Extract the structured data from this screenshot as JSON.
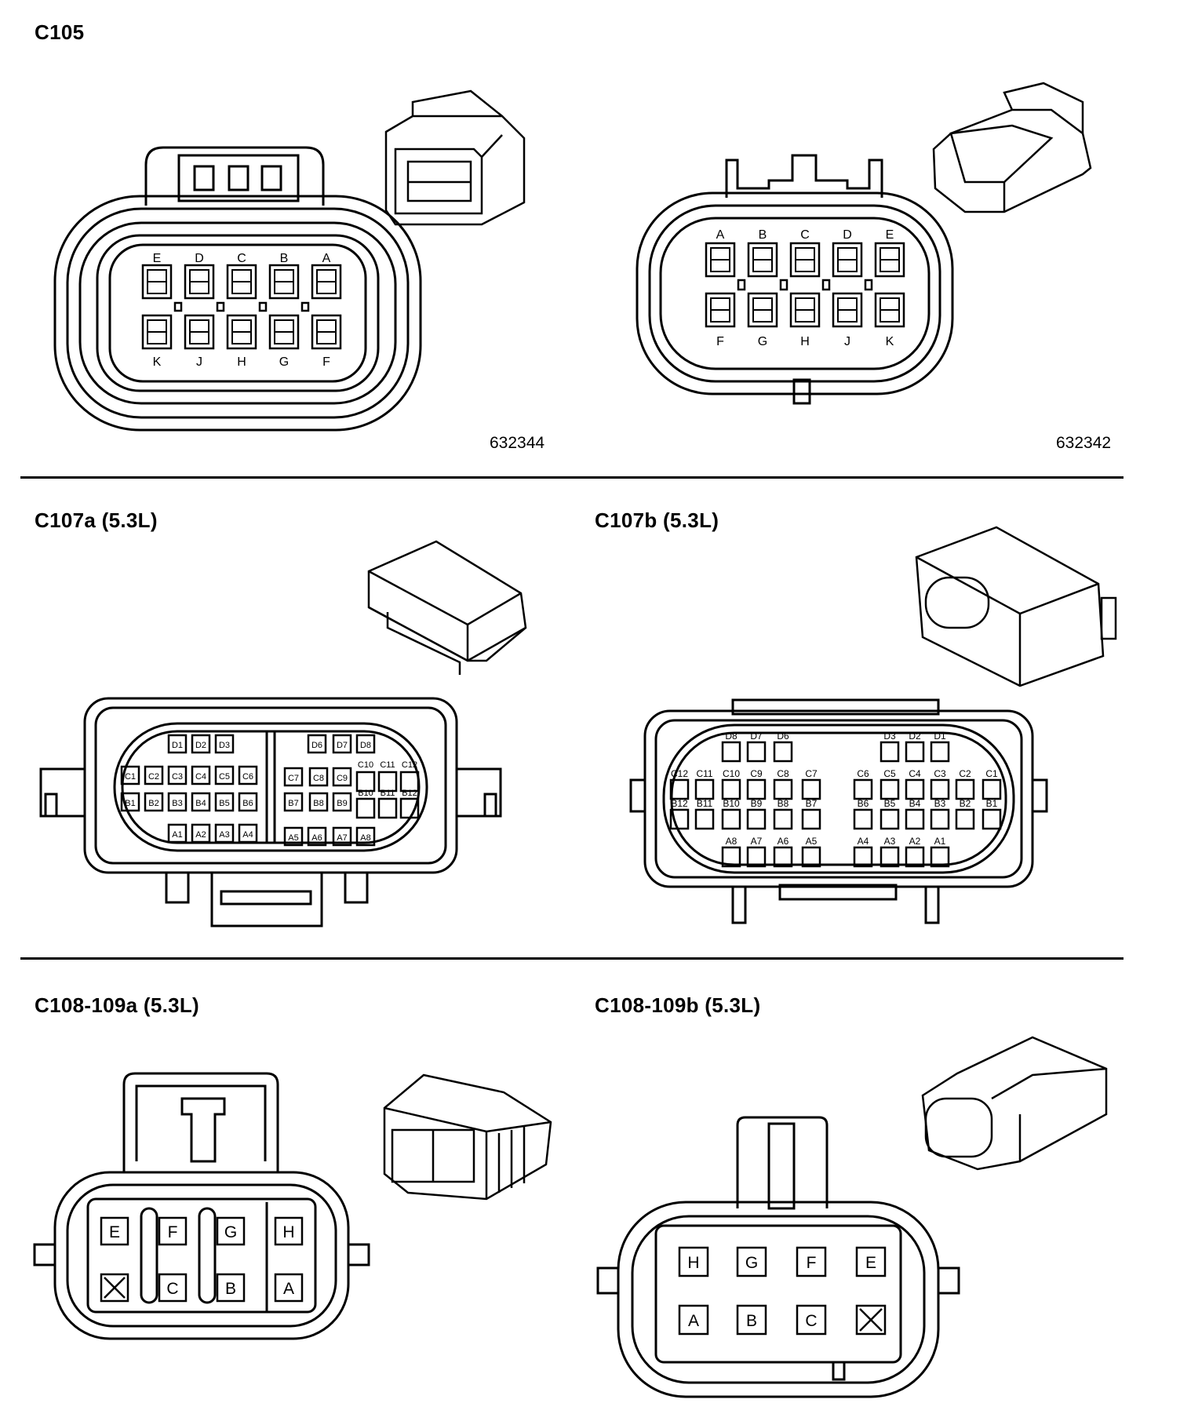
{
  "connectors": {
    "c105": {
      "title": "C105",
      "left_view": {
        "part_number": "632344",
        "top_row": [
          "E",
          "D",
          "C",
          "B",
          "A"
        ],
        "bottom_row": [
          "K",
          "J",
          "H",
          "G",
          "F"
        ]
      },
      "right_view": {
        "part_number": "632342",
        "top_row": [
          "A",
          "B",
          "C",
          "D",
          "E"
        ],
        "bottom_row": [
          "F",
          "G",
          "H",
          "J",
          "K"
        ]
      }
    },
    "c107a": {
      "title": "C107a (5.3L)",
      "left_rows": [
        [
          "D1",
          "D2",
          "D3"
        ],
        [
          "C1",
          "C2",
          "C3",
          "C4",
          "C5",
          "C6"
        ],
        [
          "B1",
          "B2",
          "B3",
          "B4",
          "B5",
          "B6"
        ],
        [
          "A1",
          "A2",
          "A3",
          "A4"
        ]
      ],
      "right_rows": [
        [
          "D6",
          "D7",
          "D8"
        ],
        [
          "C7",
          "C8",
          "C9"
        ],
        [
          "C10",
          "C11",
          "C12"
        ],
        [
          "B7",
          "B8",
          "B9"
        ],
        [
          "B10",
          "B11",
          "B12"
        ],
        [
          "A5",
          "A6",
          "A7",
          "A8"
        ]
      ]
    },
    "c107b": {
      "title": "C107b (5.3L)",
      "left_rows": [
        [
          "D8",
          "D7",
          "D6"
        ],
        [
          "C12",
          "C11",
          "C10",
          "C9",
          "C8",
          "C7"
        ],
        [
          "B12",
          "B11",
          "B10",
          "B9",
          "B8",
          "B7"
        ],
        [
          "A8",
          "A7",
          "A6",
          "A5"
        ]
      ],
      "right_rows": [
        [
          "D3",
          "D2",
          "D1"
        ],
        [
          "C6",
          "C5",
          "C4",
          "C3",
          "C2",
          "C1"
        ],
        [
          "B6",
          "B5",
          "B4",
          "B3",
          "B2",
          "B1"
        ],
        [
          "A4",
          "A3",
          "A2",
          "A1"
        ]
      ]
    },
    "c108_109a": {
      "title": "C108-109a (5.3L)",
      "top_row": [
        "E",
        "F",
        "G",
        "H"
      ],
      "bottom_row": [
        "X",
        "C",
        "B",
        "A"
      ]
    },
    "c108_109b": {
      "title": "C108-109b (5.3L)",
      "top_row": [
        "H",
        "G",
        "F",
        "E"
      ],
      "bottom_row": [
        "A",
        "B",
        "C",
        "X"
      ]
    }
  }
}
